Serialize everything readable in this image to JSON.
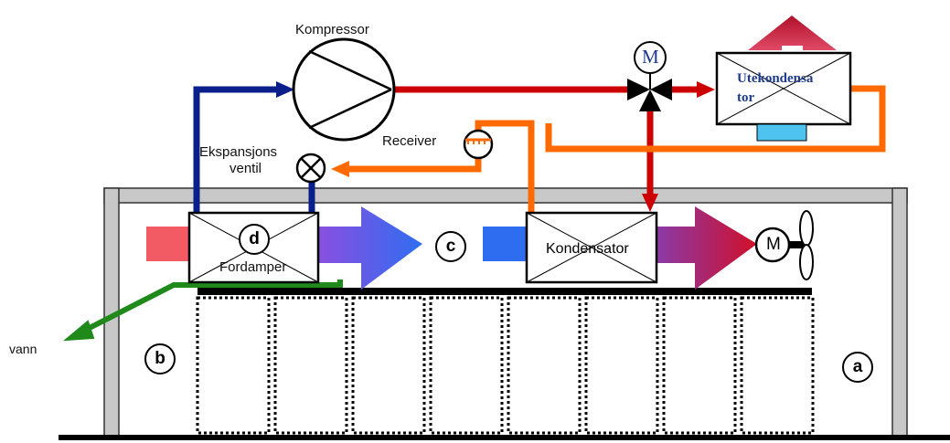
{
  "labels": {
    "compressor": "Kompressor",
    "receiver": "Receiver",
    "expansion_line1": "Ekspansjons",
    "expansion_line2": "ventil",
    "evaporator": "Fordamper",
    "condenser": "Kondensator",
    "outdoor_condenser_line1": "Utekondensa",
    "outdoor_condenser_line2": "tor",
    "water": "vann",
    "motor_valve": "M",
    "motor_fan": "M"
  },
  "zones": {
    "a": "a",
    "b": "b",
    "c": "c",
    "d": "d"
  },
  "colors": {
    "suction_line": "#0a1f8a",
    "hot_gas": "#cc0000",
    "liquid_line": "#ff6a00",
    "water_line": "#1f8a1a",
    "heat_up": "#c0152a",
    "air_in": "#f25b63",
    "air_blue": "#2f6df0",
    "air_purple": "#8a4fe0",
    "air_dark_red": "#b0133a",
    "receiver_window": "#4fc3f0",
    "structure_grey": "#c8c8c8",
    "floor": "#000000"
  }
}
